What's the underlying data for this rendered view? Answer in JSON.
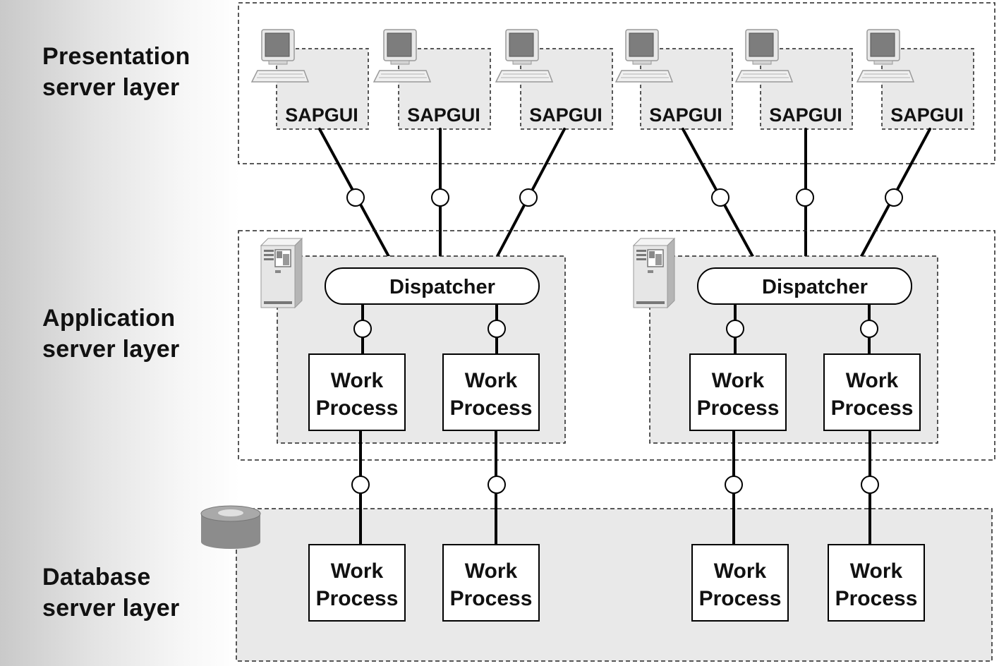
{
  "layers": {
    "presentation": {
      "line1": "Presentation",
      "line2": "server layer"
    },
    "application": {
      "line1": "Application",
      "line2": "server layer"
    },
    "database": {
      "line1": "Database",
      "line2": "server layer"
    }
  },
  "sapgui_label": "SAPGUI",
  "dispatcher_label": "Dispatcher",
  "work_process": {
    "line1": "Work",
    "line2": "Process"
  },
  "sapgui_count": 6,
  "app_servers": 2,
  "work_processes_per_server": 2
}
